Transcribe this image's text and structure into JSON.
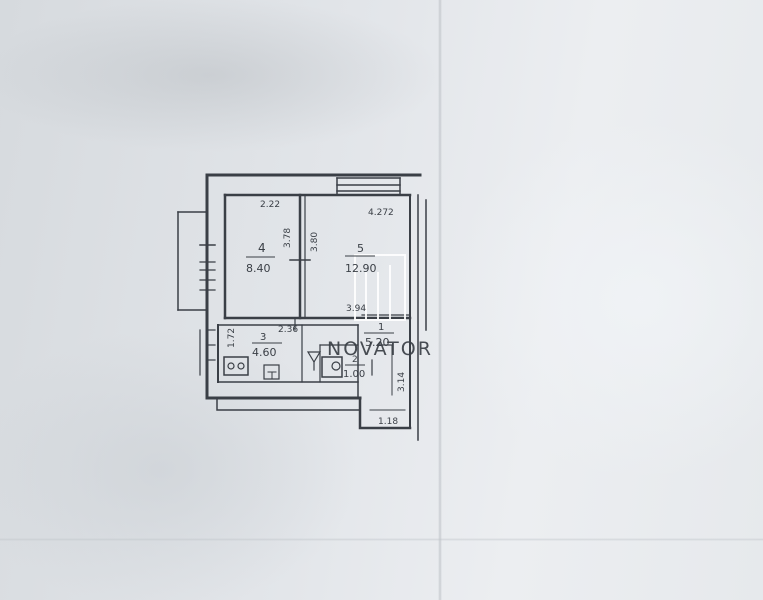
{
  "plan": {
    "rooms": [
      {
        "number": "4",
        "area": "8.40"
      },
      {
        "number": "5",
        "area": "12.90"
      },
      {
        "number": "3",
        "area": "4.60"
      },
      {
        "number": "1",
        "area": "5.20"
      },
      {
        "number": "2",
        "area": "1.00"
      }
    ],
    "dimensions": {
      "top_left": "2.22",
      "top_right": "4.272",
      "room4_height": "3.78",
      "room5_height": "3.80",
      "room5_small": "3.94",
      "kitchen_width": "2.36",
      "kitchen_height": "1.72",
      "hall_height": "3.14",
      "corridor_width": "1.18"
    }
  },
  "watermark": {
    "text": "NOVATOR"
  },
  "colors": {
    "ink": "#3a3f46",
    "paper": "#e3e6ea",
    "watermark": "#ffffff"
  }
}
